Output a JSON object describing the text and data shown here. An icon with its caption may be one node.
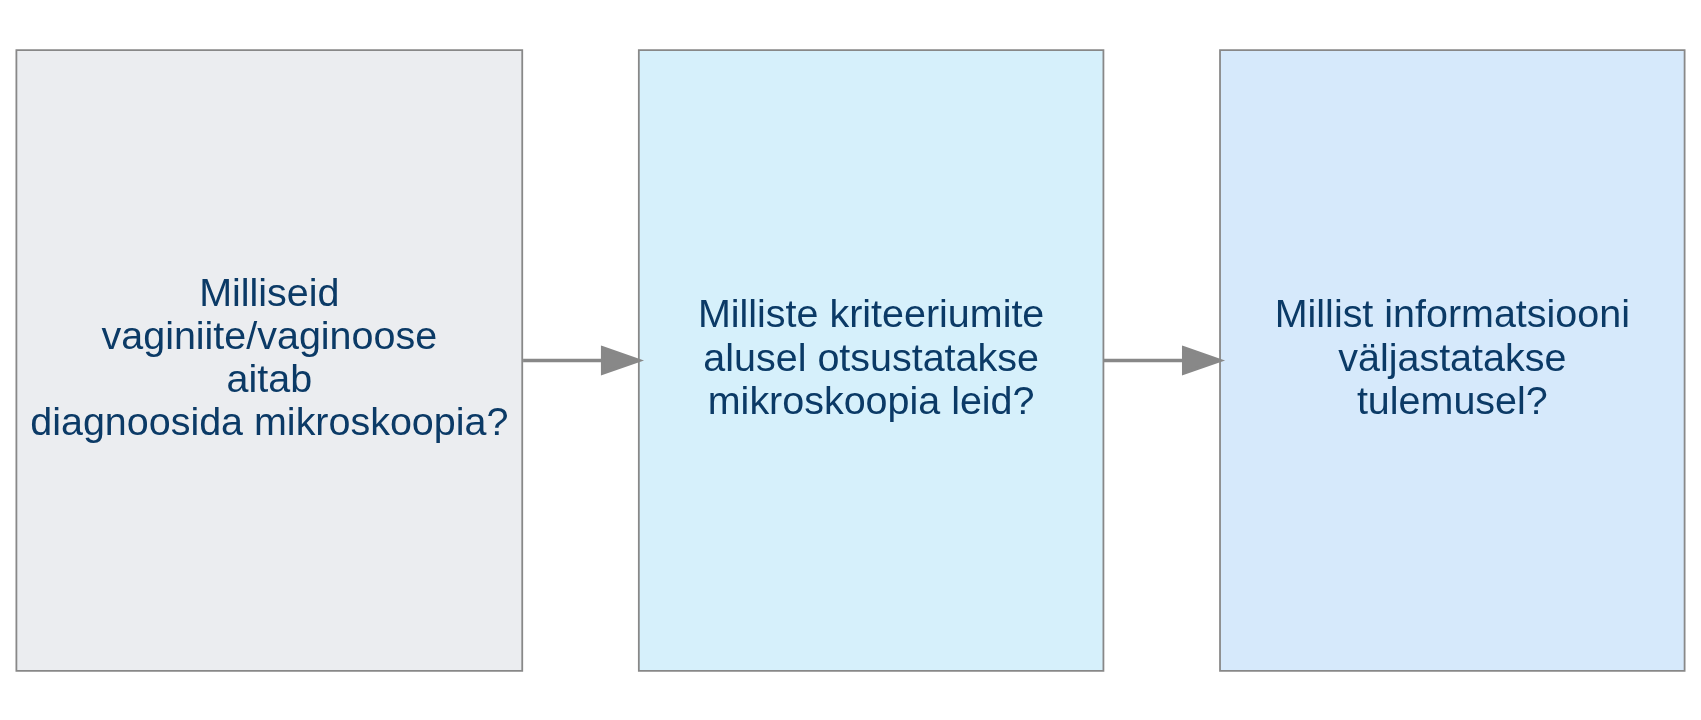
{
  "diagram": {
    "nodes": [
      {
        "text": [
          "Milliseid vaginiite/vaginoose aitab diagnoosida mikroskoopia?"
        ]
      },
      {
        "text": [
          "Milliste kriteeriumite alusel otsustatakse mikroskoopia leid?"
        ]
      },
      {
        "text": [
          "Millist informatsiooni väljastatakse tulemusel?"
        ]
      }
    ],
    "edges": [
      {
        "from": 0,
        "to": 1,
        "arrow": "to"
      },
      {
        "from": 1,
        "to": 2,
        "arrow": "to"
      }
    ]
  }
}
